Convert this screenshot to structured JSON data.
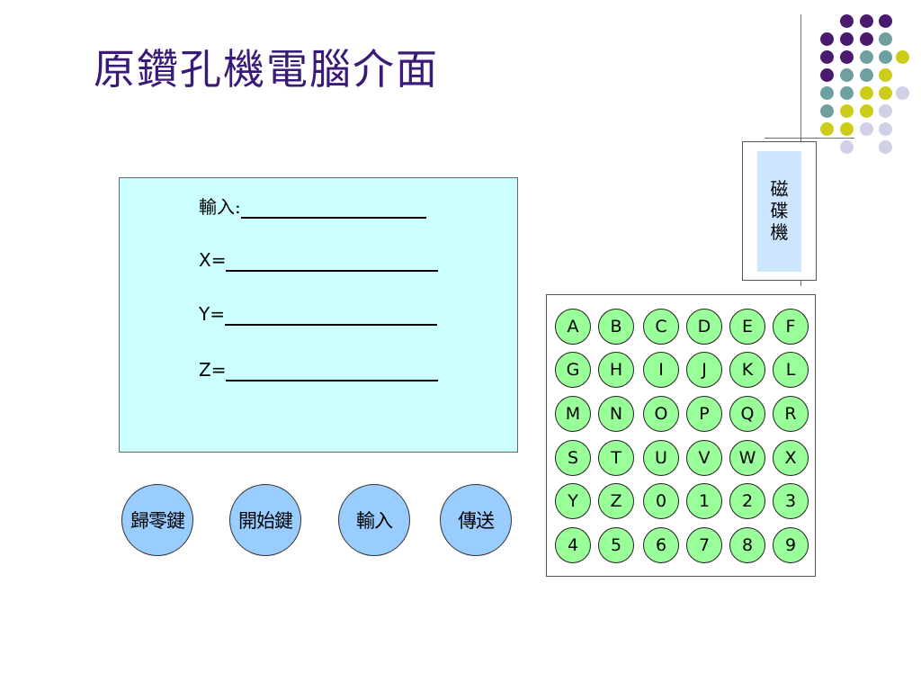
{
  "title": "原鑽孔機電腦介面",
  "fields": [
    {
      "label": "輸入:"
    },
    {
      "label": "X="
    },
    {
      "label": "Y="
    },
    {
      "label": "Z="
    }
  ],
  "disk_drive": {
    "chars": [
      "磁",
      "碟",
      "機"
    ]
  },
  "keypad": {
    "rows": [
      [
        "A",
        "B",
        "C",
        "D",
        "E",
        "F"
      ],
      [
        "G",
        "H",
        "I",
        "J",
        "K",
        "L"
      ],
      [
        "M",
        "N",
        "O",
        "P",
        "Q",
        "R"
      ],
      [
        "S",
        "T",
        "U",
        "V",
        "W",
        "X"
      ],
      [
        "Y",
        "Z",
        "0",
        "1",
        "2",
        "3"
      ],
      [
        "4",
        "5",
        "6",
        "7",
        "8",
        "9"
      ]
    ]
  },
  "control_buttons": [
    {
      "label": "歸零鍵"
    },
    {
      "label": "開始鍵"
    },
    {
      "label": "輸入"
    },
    {
      "label": "傳送"
    }
  ],
  "colors": {
    "title": "#3a1a78",
    "screen_bg": "#ccffff",
    "key_bg": "#99ff99",
    "button_bg": "#99ccff",
    "disk_bg": "#cce6ff",
    "dot_purple": "#4a1a6e",
    "dot_teal": "#6fa0a0",
    "dot_yellow": "#cccc1a",
    "dot_lavender": "#d0d0e6"
  }
}
